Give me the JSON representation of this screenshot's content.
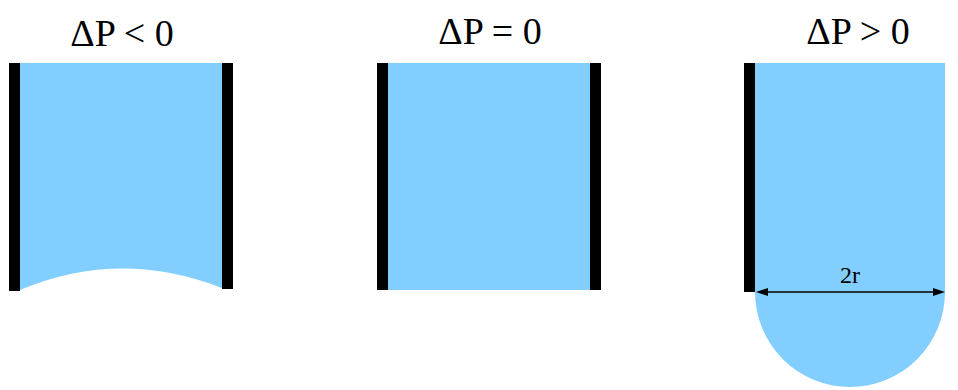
{
  "diagram": {
    "labels": [
      "ΔP < 0",
      "ΔP = 0",
      "ΔP > 0",
      "2r"
    ]
  }
}
